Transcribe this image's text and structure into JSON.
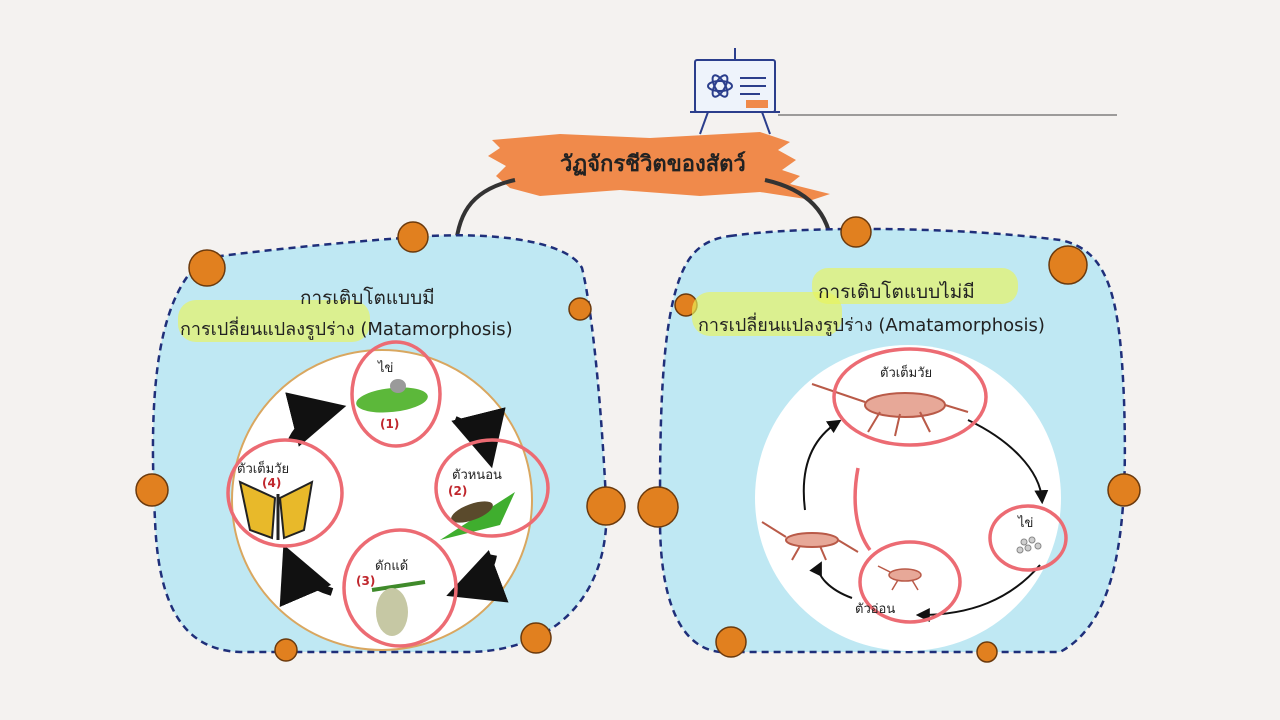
{
  "title": "วัฏจักรชีวิตของสัตว์",
  "colors": {
    "brush": "#f08a4b",
    "box_fill": "#bfe8f3",
    "box_border": "#1f2f7a",
    "dot": "#e1801f",
    "marker_red": "#ec6b73",
    "highlight": "#eaf45a"
  },
  "icons": {
    "header": "presentation-board-icon"
  },
  "left": {
    "heading_line1": "การเติบโตแบบมี",
    "heading_line2": "การเปลี่ยนแปลงรูปร่าง (Matamorphosis)",
    "stages": [
      {
        "label": "ไข่",
        "num": "(1)"
      },
      {
        "label": "ตัวหนอน",
        "num": "(2)"
      },
      {
        "label": "ดักแด้",
        "num": "(3)"
      },
      {
        "label": "ตัวเต็มวัย",
        "num": "(4)"
      }
    ]
  },
  "right": {
    "heading_line1": "การเติบโตแบบไม่มี",
    "heading_line2": "การเปลี่ยนแปลงรูปร่าง (Amatamorphosis)",
    "stages": [
      {
        "label": "ตัวเต็มวัย"
      },
      {
        "label": "ไข่"
      },
      {
        "label": "ตัวอ่อน"
      }
    ]
  }
}
